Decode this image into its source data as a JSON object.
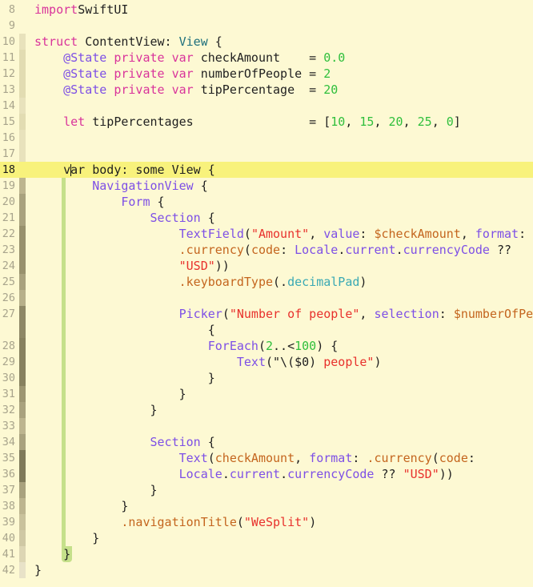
{
  "editor": {
    "language": "swift",
    "current_line": 18,
    "colors": {
      "background": "#fdf9d3",
      "current_line": "#f8f27c",
      "scope_highlight": "#c5e08a",
      "keyword": "#d9349b",
      "string": "#e8312c",
      "number": "#2fbf3c",
      "function": "#7d4fe6",
      "property": "#c4651e"
    },
    "lines": [
      {
        "n": "8",
        "t": [
          [
            "kw",
            "import"
          ],
          [
            "",
            "SwiftUI"
          ]
        ]
      },
      {
        "n": "9",
        "t": []
      },
      {
        "n": "10",
        "t": [
          [
            "kw",
            "struct"
          ],
          [
            "",
            " ContentView: "
          ],
          [
            "type",
            "View"
          ],
          [
            "",
            " {"
          ]
        ]
      },
      {
        "n": "11",
        "t": [
          [
            "",
            "    "
          ],
          [
            "attr",
            "@State"
          ],
          [
            "",
            " "
          ],
          [
            "kw",
            "private var"
          ],
          [
            "",
            " checkAmount    = "
          ],
          [
            "num",
            "0.0"
          ]
        ]
      },
      {
        "n": "12",
        "t": [
          [
            "",
            "    "
          ],
          [
            "attr",
            "@State"
          ],
          [
            "",
            " "
          ],
          [
            "kw",
            "private var"
          ],
          [
            "",
            " numberOfPeople = "
          ],
          [
            "num",
            "2"
          ]
        ]
      },
      {
        "n": "13",
        "t": [
          [
            "",
            "    "
          ],
          [
            "attr",
            "@State"
          ],
          [
            "",
            " "
          ],
          [
            "kw",
            "private var"
          ],
          [
            "",
            " tipPercentage  = "
          ],
          [
            "num",
            "20"
          ]
        ]
      },
      {
        "n": "14",
        "t": []
      },
      {
        "n": "15",
        "t": [
          [
            "",
            "    "
          ],
          [
            "kw",
            "let"
          ],
          [
            "",
            " tipPercentages                = ["
          ],
          [
            "num",
            "10"
          ],
          [
            "",
            ", "
          ],
          [
            "num",
            "15"
          ],
          [
            "",
            ", "
          ],
          [
            "num",
            "20"
          ],
          [
            "",
            ", "
          ],
          [
            "num",
            "25"
          ],
          [
            "",
            ", "
          ],
          [
            "num",
            "0"
          ],
          [
            "",
            "]"
          ]
        ]
      },
      {
        "n": "16",
        "t": []
      },
      {
        "n": "17",
        "t": []
      },
      {
        "n": "18",
        "t": [
          [
            "",
            "    var body: some View {"
          ]
        ]
      },
      {
        "n": "19",
        "t": [
          [
            "",
            "        "
          ],
          [
            "fn",
            "NavigationView"
          ],
          [
            "",
            " {"
          ]
        ]
      },
      {
        "n": "20",
        "t": [
          [
            "",
            "            "
          ],
          [
            "fn",
            "Form"
          ],
          [
            "",
            " {"
          ]
        ]
      },
      {
        "n": "21",
        "t": [
          [
            "",
            "                "
          ],
          [
            "fn",
            "Section"
          ],
          [
            "",
            " {"
          ]
        ]
      },
      {
        "n": "22",
        "t": [
          [
            "",
            "                    "
          ],
          [
            "fn",
            "TextField"
          ],
          [
            "",
            "("
          ],
          [
            "str",
            "\"Amount\""
          ],
          [
            "",
            ", "
          ],
          [
            "fn",
            "value"
          ],
          [
            "",
            ": "
          ],
          [
            "prop",
            "$checkAmount"
          ],
          [
            "",
            ", "
          ],
          [
            "fn",
            "format"
          ],
          [
            "",
            ":"
          ]
        ]
      },
      {
        "n": "23",
        "t": [
          [
            "",
            "                    "
          ],
          [
            "prop",
            ".currency"
          ],
          [
            "",
            "("
          ],
          [
            "prop",
            "code"
          ],
          [
            "",
            ": "
          ],
          [
            "fn",
            "Locale"
          ],
          [
            "",
            "."
          ],
          [
            "fn",
            "current"
          ],
          [
            "",
            "."
          ],
          [
            "fn",
            "currencyCode"
          ],
          [
            "",
            " ??"
          ]
        ]
      },
      {
        "n": "24",
        "t": [
          [
            "",
            "                    "
          ],
          [
            "str",
            "\"USD\""
          ],
          [
            "",
            "))"
          ]
        ]
      },
      {
        "n": "25",
        "t": [
          [
            "",
            "                    "
          ],
          [
            "prop",
            ".keyboardType"
          ],
          [
            "",
            "(."
          ],
          [
            "enum",
            "decimalPad"
          ],
          [
            "",
            ")"
          ]
        ]
      },
      {
        "n": "26",
        "t": []
      },
      {
        "n": "27",
        "t": [
          [
            "",
            "                    "
          ],
          [
            "fn",
            "Picker"
          ],
          [
            "",
            "("
          ],
          [
            "str",
            "\"Number of people\""
          ],
          [
            "",
            ", "
          ],
          [
            "fn",
            "selection"
          ],
          [
            "",
            ": "
          ],
          [
            "prop",
            "$numberOfPe"
          ]
        ]
      },
      {
        "n": "",
        "t": [
          [
            "",
            "                        {"
          ]
        ]
      },
      {
        "n": "28",
        "t": [
          [
            "",
            "                        "
          ],
          [
            "fn",
            "ForEach"
          ],
          [
            "",
            "("
          ],
          [
            "num",
            "2"
          ],
          [
            "",
            "..<"
          ],
          [
            "num",
            "100"
          ],
          [
            "",
            ") {"
          ]
        ]
      },
      {
        "n": "29",
        "t": [
          [
            "",
            "                            "
          ],
          [
            "fn",
            "Text"
          ],
          [
            "",
            "(\"\\($0) "
          ],
          [
            "str",
            "people\""
          ],
          [
            "",
            ")"
          ]
        ]
      },
      {
        "n": "30",
        "t": [
          [
            "",
            "                        }"
          ]
        ]
      },
      {
        "n": "31",
        "t": [
          [
            "",
            "                    }"
          ]
        ]
      },
      {
        "n": "32",
        "t": [
          [
            "",
            "                }"
          ]
        ]
      },
      {
        "n": "33",
        "t": []
      },
      {
        "n": "34",
        "t": [
          [
            "",
            "                "
          ],
          [
            "fn",
            "Section"
          ],
          [
            "",
            " {"
          ]
        ]
      },
      {
        "n": "35",
        "t": [
          [
            "",
            "                    "
          ],
          [
            "fn",
            "Text"
          ],
          [
            "",
            "("
          ],
          [
            "prop",
            "checkAmount"
          ],
          [
            "",
            ", "
          ],
          [
            "fn",
            "format"
          ],
          [
            "",
            ": "
          ],
          [
            "prop",
            ".currency"
          ],
          [
            "",
            "("
          ],
          [
            "prop",
            "code"
          ],
          [
            "",
            ":"
          ]
        ]
      },
      {
        "n": "36",
        "t": [
          [
            "",
            "                    "
          ],
          [
            "fn",
            "Locale"
          ],
          [
            "",
            "."
          ],
          [
            "fn",
            "current"
          ],
          [
            "",
            "."
          ],
          [
            "fn",
            "currencyCode"
          ],
          [
            "",
            " ?? "
          ],
          [
            "str",
            "\"USD\""
          ],
          [
            "",
            "))"
          ]
        ]
      },
      {
        "n": "37",
        "t": [
          [
            "",
            "                }"
          ]
        ]
      },
      {
        "n": "38",
        "t": [
          [
            "",
            "            }"
          ]
        ]
      },
      {
        "n": "39",
        "t": [
          [
            "",
            "            "
          ],
          [
            "prop",
            ".navigationTitle"
          ],
          [
            "",
            "("
          ],
          [
            "str",
            "\"WeSplit\""
          ],
          [
            "",
            ")"
          ]
        ]
      },
      {
        "n": "40",
        "t": [
          [
            "",
            "        }"
          ]
        ]
      },
      {
        "n": "41",
        "t": [
          [
            "",
            "    }"
          ]
        ]
      },
      {
        "n": "42",
        "t": [
          [
            "",
            "}"
          ]
        ]
      }
    ]
  }
}
